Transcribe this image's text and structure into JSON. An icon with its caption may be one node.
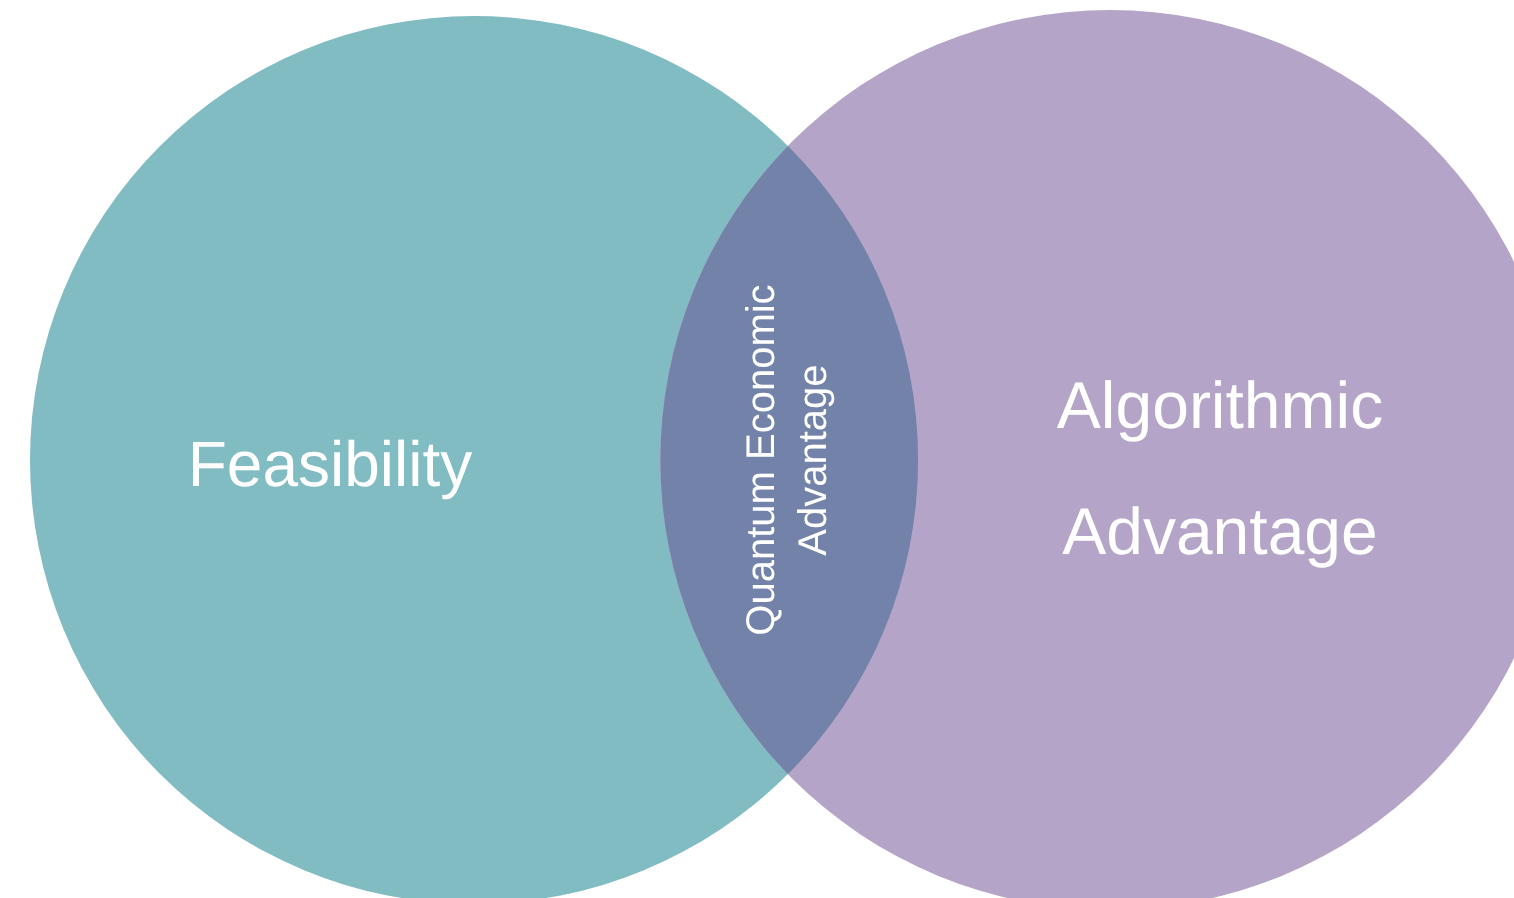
{
  "diagram": {
    "nodes": [
      {
        "text": [
          "Feasibility"
        ]
      },
      {
        "text": [
          "Algorithmic Advantage"
        ]
      },
      {
        "text": [
          "Quantum Economic Advantage"
        ]
      }
    ],
    "edges": []
  }
}
